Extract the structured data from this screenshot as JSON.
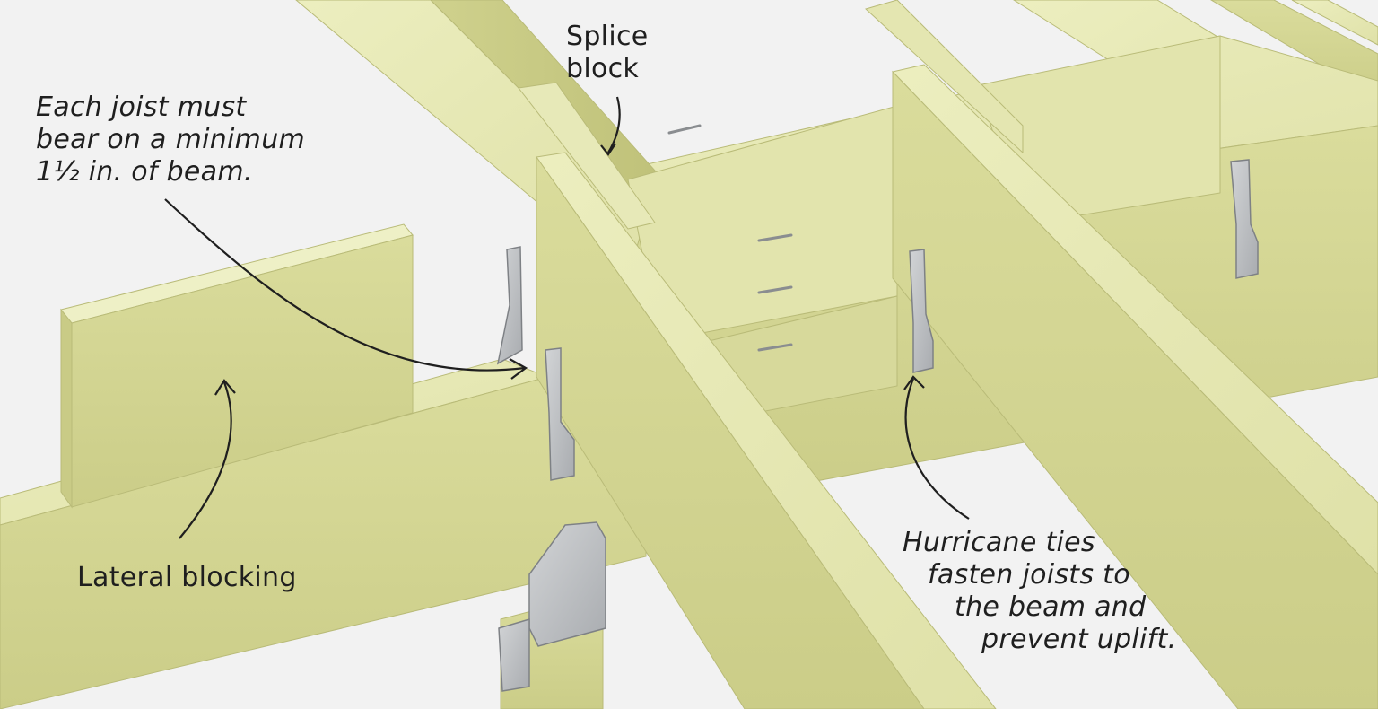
{
  "labels": {
    "splice_block": [
      "Splice",
      "block"
    ],
    "joist_bearing": [
      "Each joist must",
      "bear on a minimum",
      "1½ in. of beam."
    ],
    "lateral_blocking": "Lateral blocking",
    "hurricane_ties": [
      "Hurricane ties",
      "fasten joists to",
      "the beam and",
      "prevent uplift."
    ]
  },
  "colors": {
    "background": "#f2f2f2",
    "wood_light": "#e6e8b4",
    "wood_mid": "#d8da98",
    "wood_dark": "#c3c57e",
    "metal": "#b9bcbf",
    "text": "#1f1f1f"
  }
}
